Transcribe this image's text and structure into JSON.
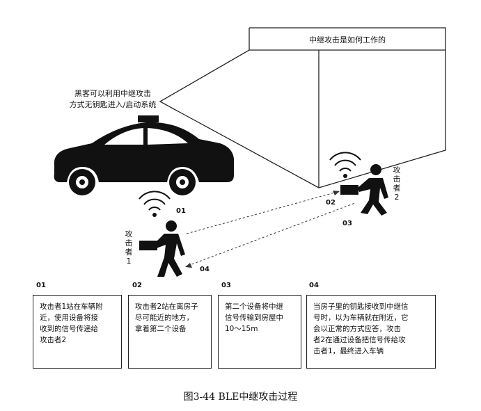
{
  "house_title": "中继攻击是如何工作的",
  "hacker_note": [
    "黑客可以利用中继攻击",
    "方式无钥匙进入/启动系统"
  ],
  "attacker1_label": [
    "攻",
    "击",
    "者",
    "1"
  ],
  "attacker2_label": [
    "攻",
    "击",
    "者",
    "2"
  ],
  "signal_labels": {
    "s01": "01",
    "s02": "02",
    "s03": "03",
    "s04": "04"
  },
  "steps": [
    {
      "num": "01",
      "lines": [
        "攻击者1站在车辆附",
        "近，使用设备将接",
        "收到的信号传递给",
        "攻击者2"
      ]
    },
    {
      "num": "02",
      "lines": [
        "攻击者2站在离房子",
        "尽可能近的地方，",
        "拿着第二个设备"
      ]
    },
    {
      "num": "03",
      "lines": [
        "第二个设备将中继",
        "信号传输到房屋中",
        "10～15m"
      ]
    },
    {
      "num": "04",
      "lines": [
        "当房子里的钥匙接收到中继信",
        "号时，以为车辆就在附近，它",
        "会以正常的方式应答，攻击",
        "者2在通过设备把信号传给攻",
        "击者1，最终进入车辆"
      ]
    }
  ],
  "caption": "图3-44 BLE中继攻击过程"
}
